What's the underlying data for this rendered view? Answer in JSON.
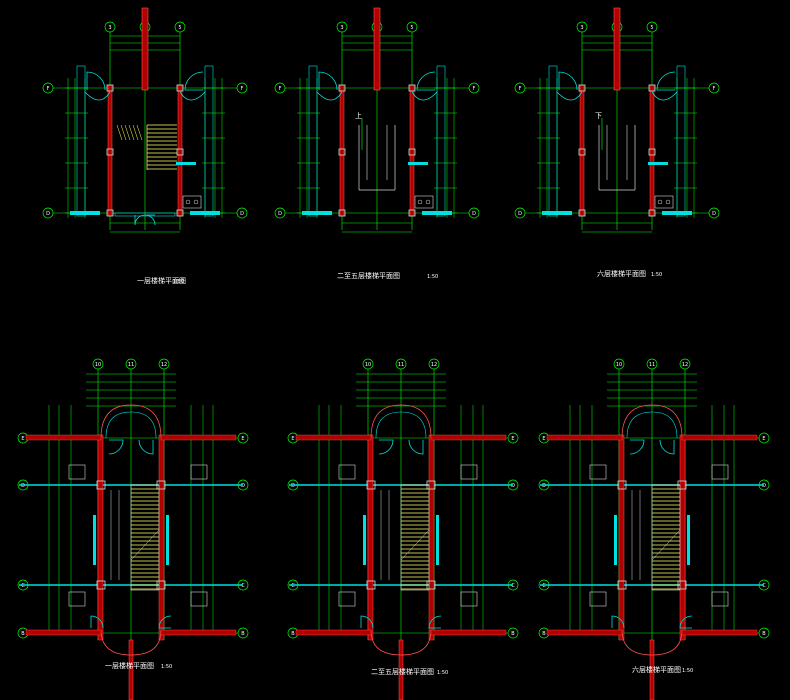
{
  "colors": {
    "background": "#000000",
    "wall_red": "#b00000",
    "wall_edge": "#ff5050",
    "dimension_green": "#00ff00",
    "window_cyan": "#00e0e0",
    "stair_yellow": "#ffff66",
    "text_white": "#ffffff",
    "wall_white": "#d8d8d8"
  },
  "drawings": [
    {
      "id": "plan-1",
      "title": "一层楼梯平面图",
      "scale": "1:50",
      "type": "small",
      "axis_top": [
        "3",
        "4",
        "5"
      ],
      "axis_side": [
        "F",
        "D"
      ]
    },
    {
      "id": "plan-2",
      "title": "二至五层楼梯平面图",
      "scale": "1:50",
      "type": "small",
      "axis_top": [
        "3",
        "4",
        "5"
      ],
      "axis_side": [
        "F",
        "D"
      ],
      "note": "上"
    },
    {
      "id": "plan-3",
      "title": "六层楼梯平面图",
      "scale": "1:50",
      "type": "small",
      "axis_top": [
        "3",
        "4",
        "5"
      ],
      "axis_side": [
        "F",
        "D"
      ],
      "note": "下"
    },
    {
      "id": "plan-4",
      "title": "一层楼梯平面图",
      "scale": "1:50",
      "type": "large",
      "axis_top": [
        "10",
        "11",
        "12"
      ],
      "axis_side": [
        "E",
        "D",
        "C",
        "B"
      ]
    },
    {
      "id": "plan-5",
      "title": "二至五层楼梯平面图",
      "scale": "1:50",
      "type": "large",
      "axis_top": [
        "10",
        "11",
        "12"
      ],
      "axis_side": [
        "E",
        "D",
        "C",
        "B"
      ]
    },
    {
      "id": "plan-6",
      "title": "六层楼梯平面图",
      "scale": "1:50",
      "type": "large",
      "axis_top": [
        "10",
        "11",
        "12"
      ],
      "axis_side": [
        "E",
        "D",
        "C",
        "B"
      ]
    }
  ]
}
